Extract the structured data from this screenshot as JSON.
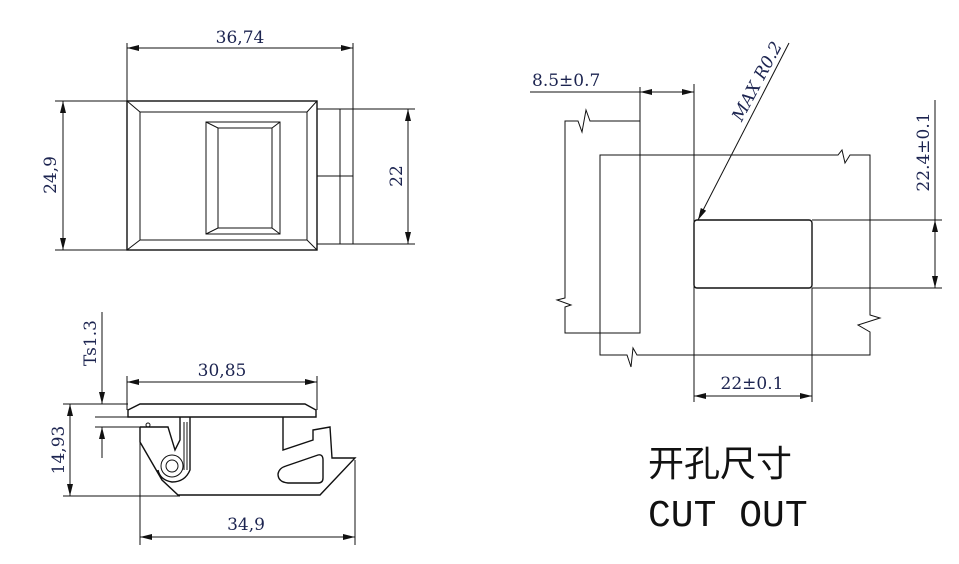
{
  "title": {
    "chinese": "开孔尺寸",
    "english": "CUT OUT"
  },
  "front_view": {
    "width": "36,74",
    "height": "24,9",
    "inner_height": "22"
  },
  "side_view": {
    "plate_width": "30,85",
    "thickness": "Ts1.3",
    "height": "14,93",
    "base_width": "34,9"
  },
  "cutout_view": {
    "offset": "8.5±0.7",
    "radius": "MAX R0.2",
    "height": "22.4±0.1",
    "width": "22±0.1"
  },
  "colors": {
    "line": "#111111",
    "dimension_text": "#1c2450"
  }
}
